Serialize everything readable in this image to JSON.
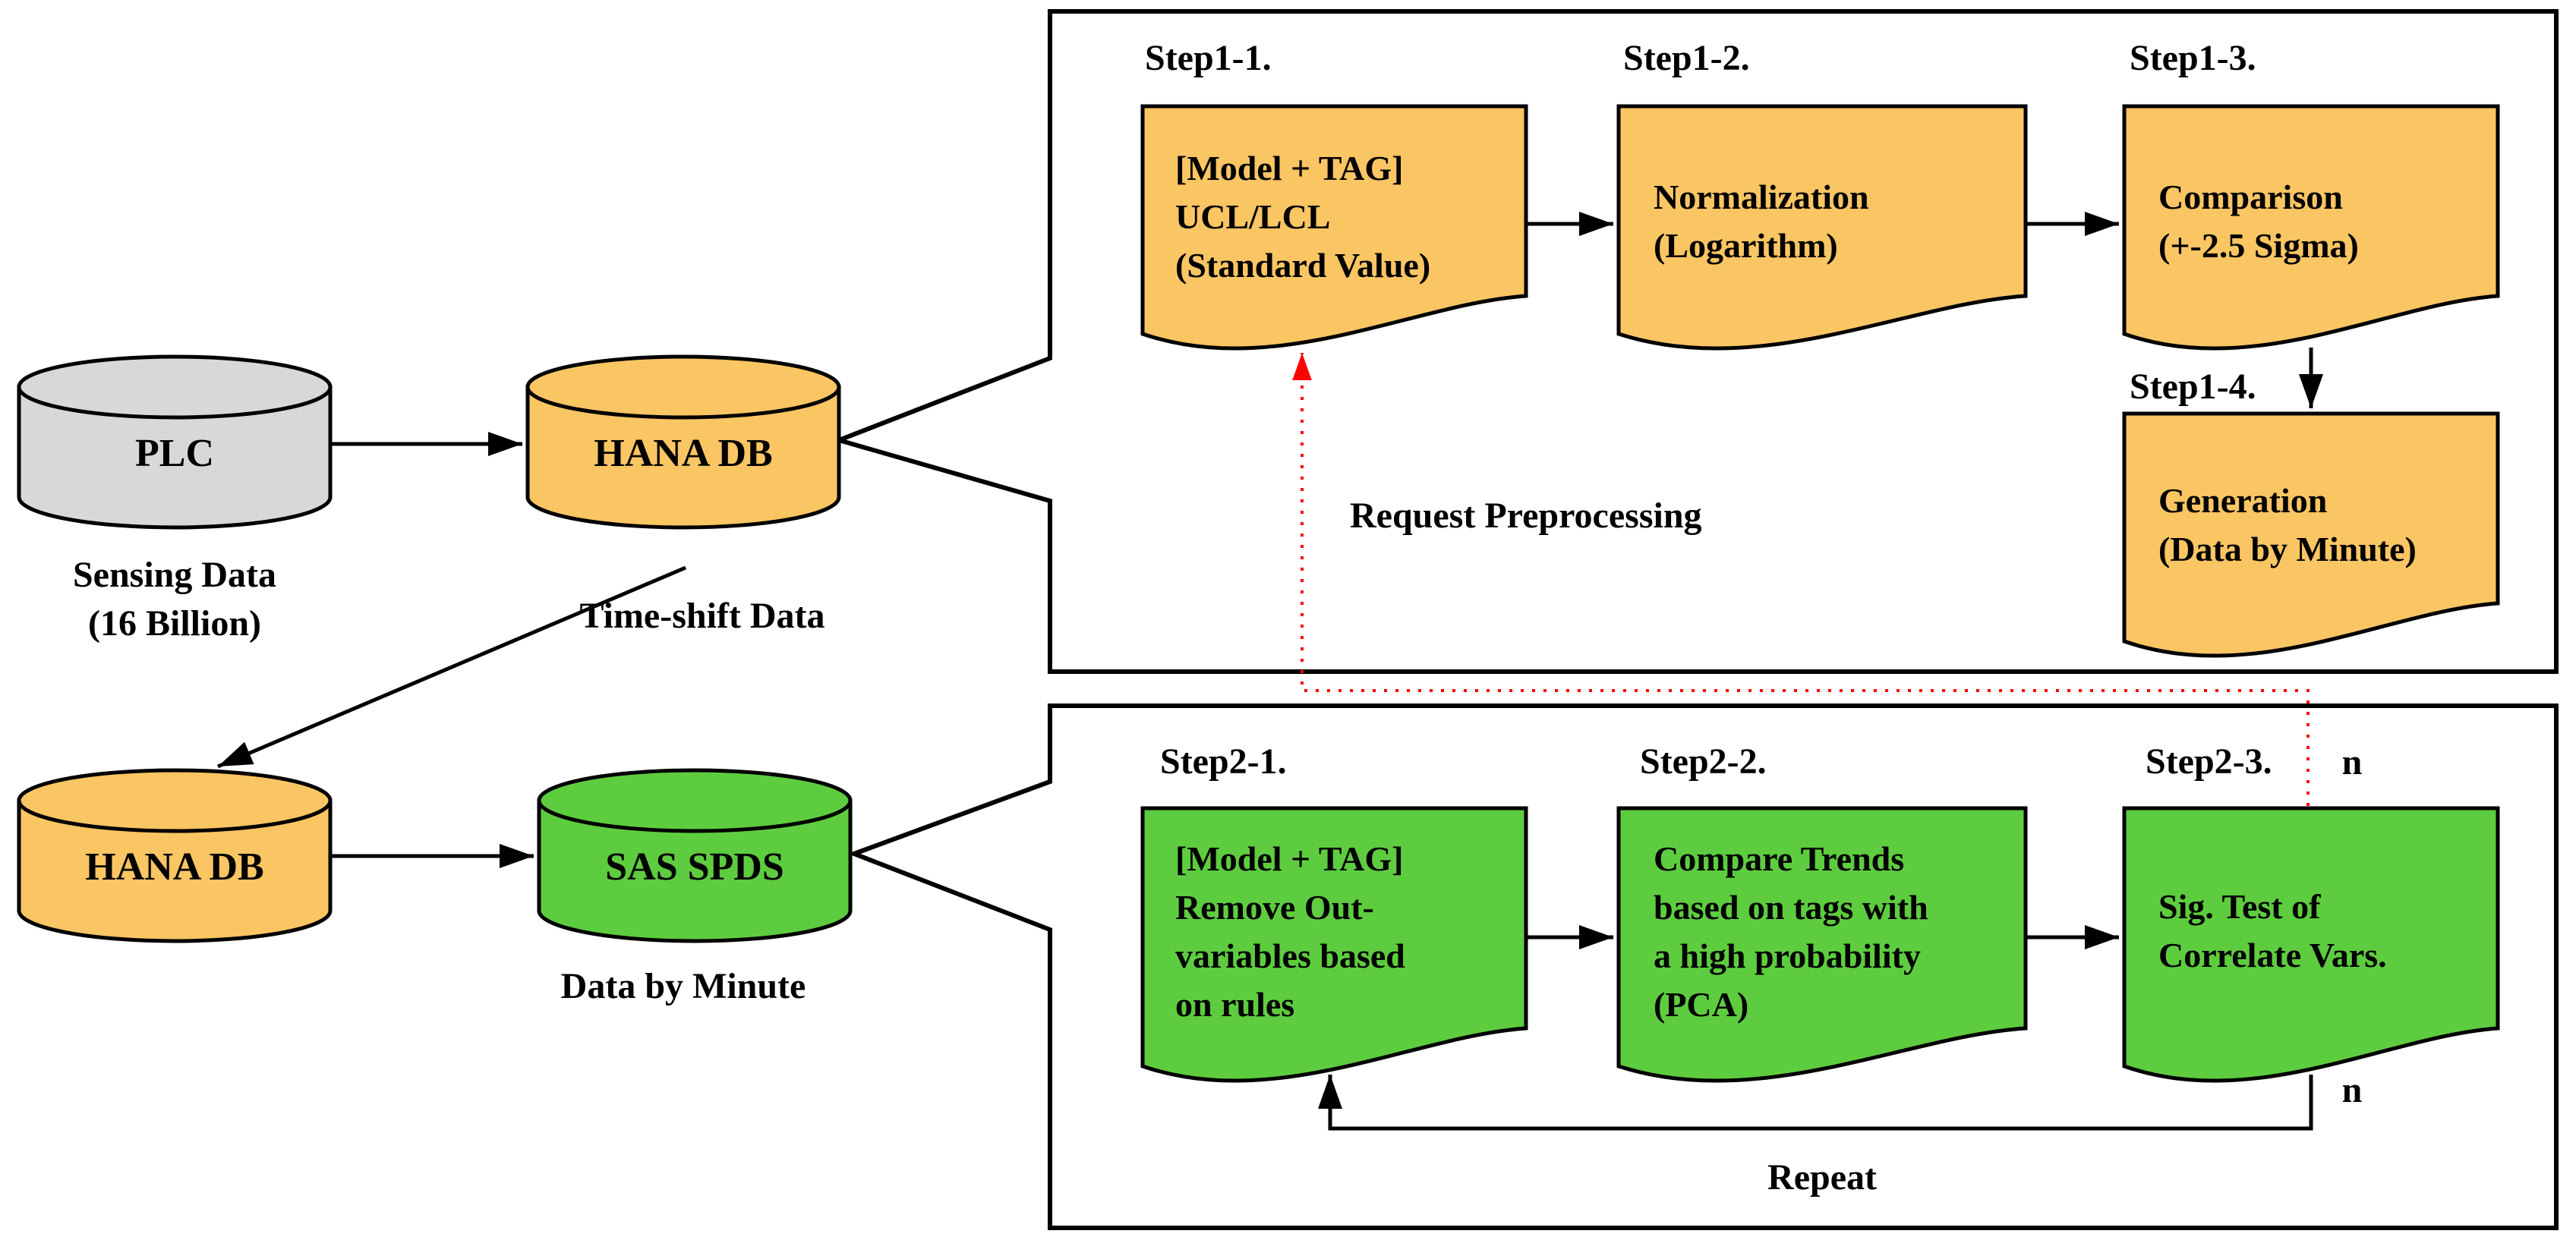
{
  "diagram": {
    "cylinders": {
      "plc": {
        "label": "PLC",
        "caption": "Sensing Data\n(16 Billion)"
      },
      "hana_top": {
        "label": "HANA DB",
        "caption": "Time-shift Data"
      },
      "hana_bottom": {
        "label": "HANA DB"
      },
      "sas_spds": {
        "label": "SAS SPDS",
        "caption": "Data by Minute"
      }
    },
    "step1": {
      "steps": [
        {
          "label": "Step1-1.",
          "text": "[Model + TAG]\nUCL/LCL\n(Standard Value)"
        },
        {
          "label": "Step1-2.",
          "text": "Normalization\n(Logarithm)"
        },
        {
          "label": "Step1-3.",
          "text": "Comparison\n(+-2.5 Sigma)"
        },
        {
          "label": "Step1-4.",
          "text": "Generation\n(Data by Minute)"
        }
      ]
    },
    "step2": {
      "steps": [
        {
          "label": "Step2-1.",
          "text": "[Model + TAG]\nRemove Out-\nvariables based\non rules"
        },
        {
          "label": "Step2-2.",
          "text": "Compare Trends\nbased on tags with\na high probability\n(PCA)"
        },
        {
          "label": "Step2-3.",
          "text": "Sig. Test of\nCorrelate Vars."
        }
      ]
    },
    "annotations": {
      "request_preprocessing": "Request Preprocessing",
      "repeat": "Repeat",
      "n_top": "n",
      "n_bottom": "n"
    },
    "colors": {
      "orange": "#FAC563",
      "green": "#5ECC3F",
      "gray": "#D8D8D8",
      "red": "#FF0000",
      "black": "#000000"
    }
  }
}
